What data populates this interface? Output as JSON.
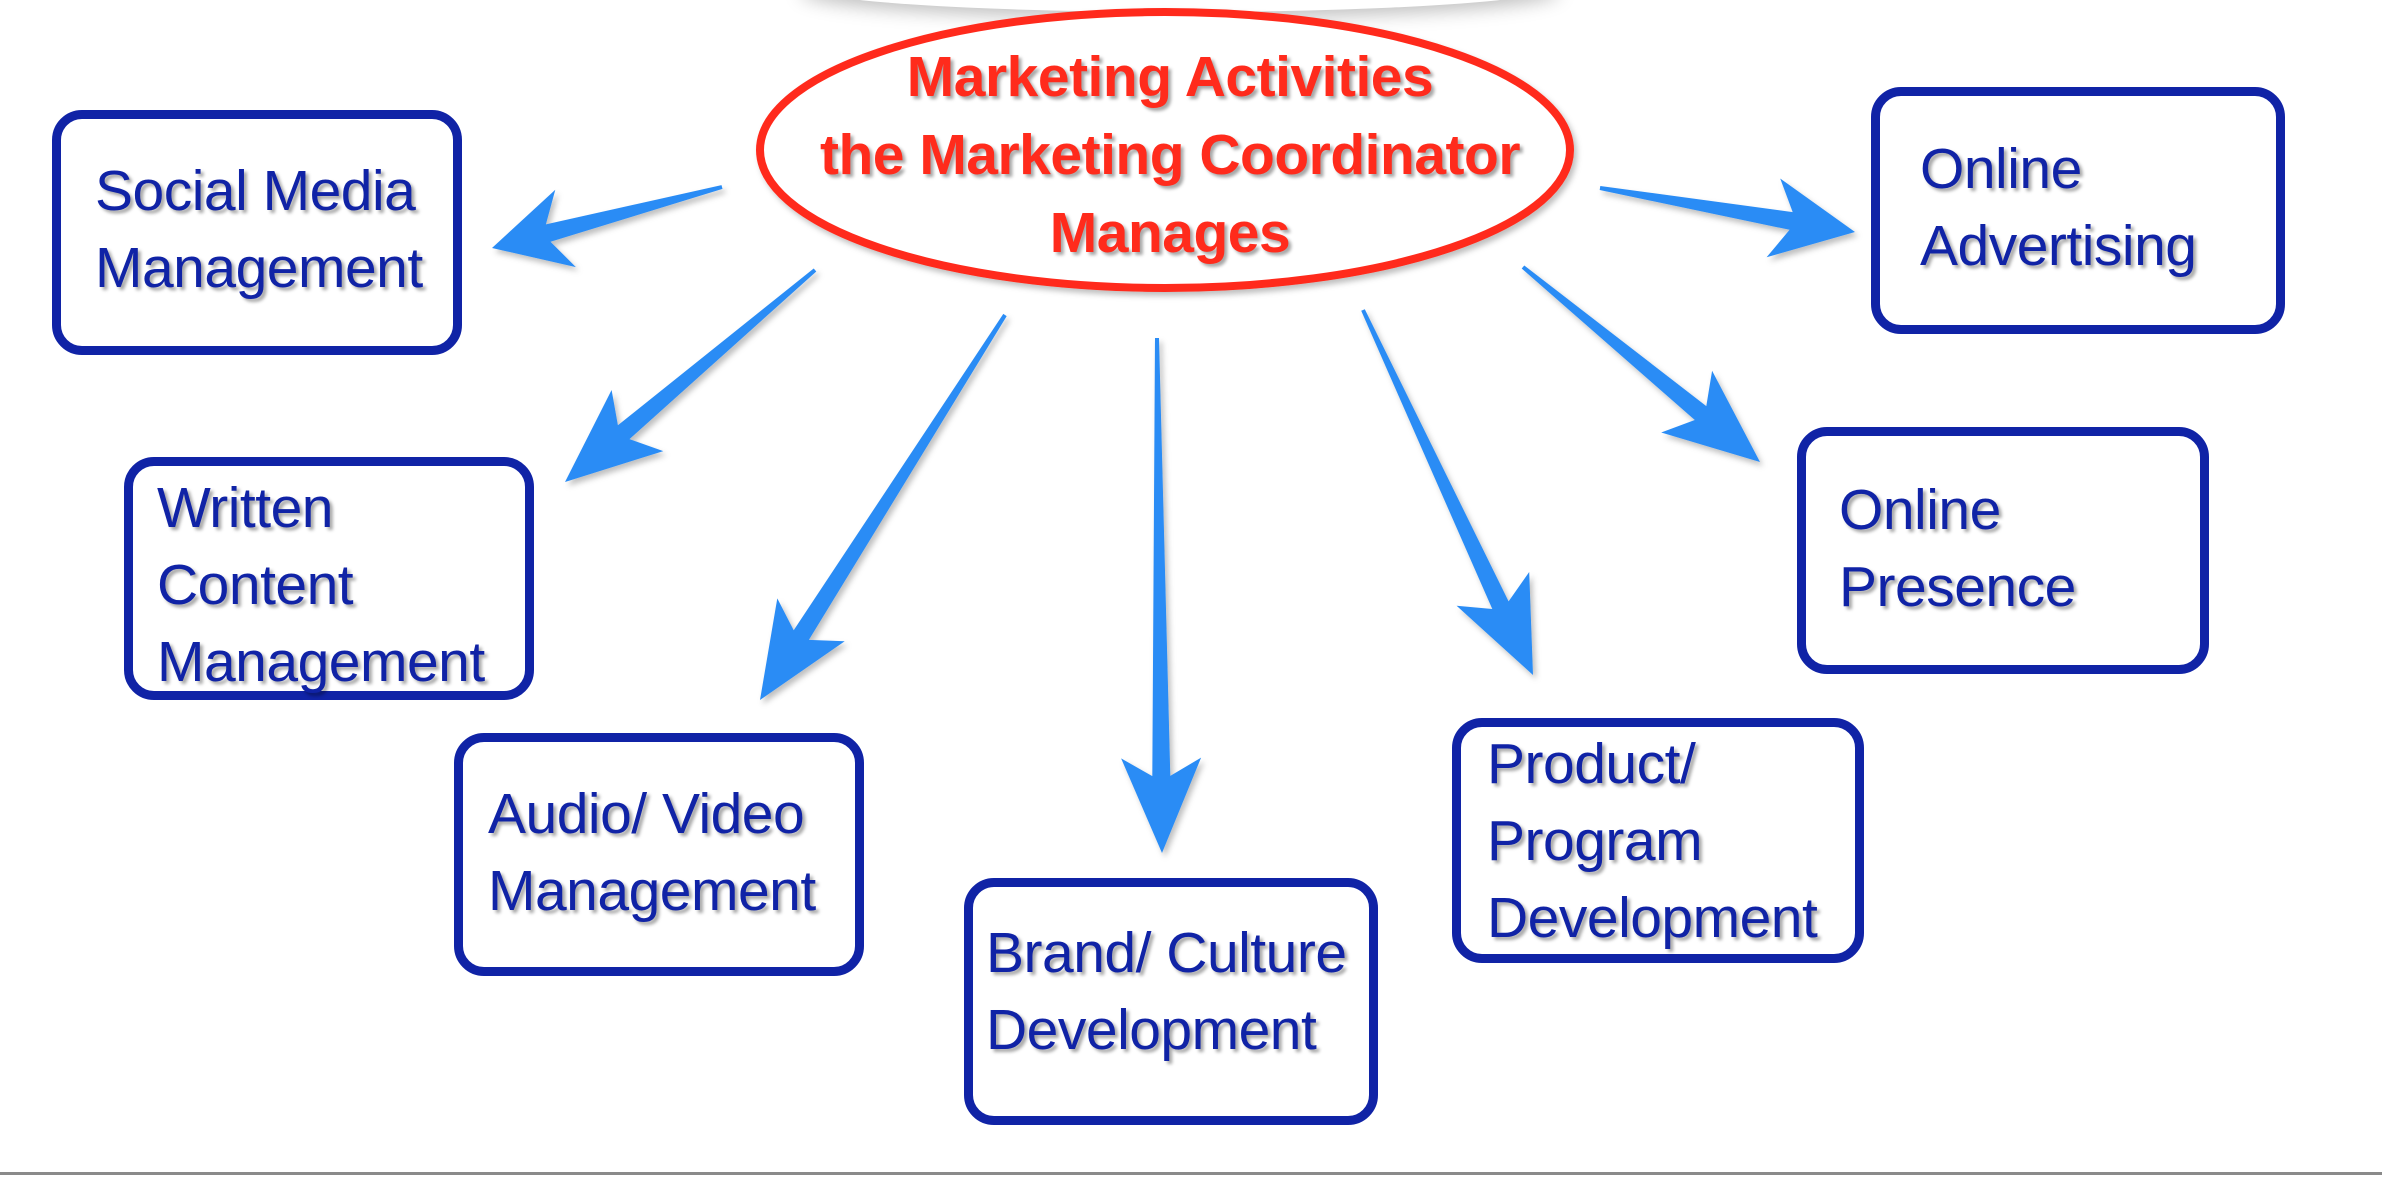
{
  "diagram": {
    "center": {
      "lines": [
        "Marketing Activities",
        "the Marketing Coordinator",
        "Manages"
      ]
    },
    "nodes": [
      {
        "id": "social-media-management",
        "lines": [
          "Social Media",
          "Management"
        ]
      },
      {
        "id": "written-content-management",
        "lines": [
          "Written",
          "Content",
          "Management"
        ]
      },
      {
        "id": "audio-video-management",
        "lines": [
          "Audio/ Video",
          "Management"
        ]
      },
      {
        "id": "brand-culture-development",
        "lines": [
          "Brand/ Culture",
          "Development"
        ]
      },
      {
        "id": "product-program-development",
        "lines": [
          "Product/",
          "Program",
          "Development"
        ]
      },
      {
        "id": "online-presence",
        "lines": [
          "Online",
          "Presence"
        ]
      },
      {
        "id": "online-advertising",
        "lines": [
          "Online",
          "Advertising"
        ]
      }
    ],
    "colors": {
      "center_text": "#ff2b1c",
      "center_outline": "#ff2b1c",
      "node_text": "#1023a6",
      "node_border": "#1023a6",
      "arrow": "#2a8cf5"
    }
  }
}
